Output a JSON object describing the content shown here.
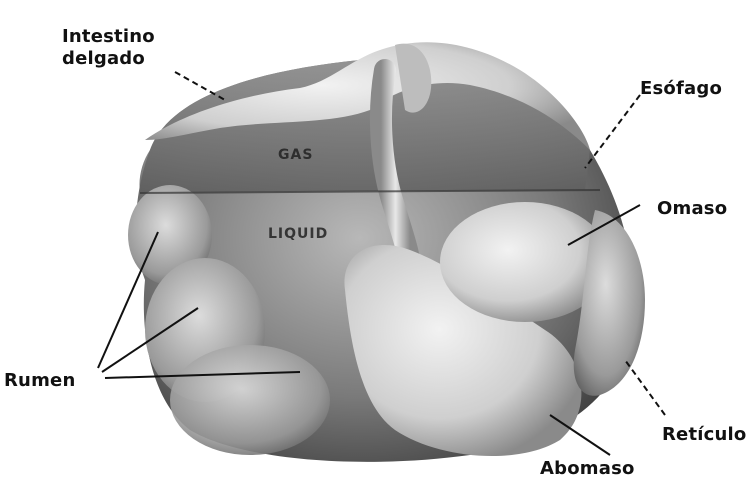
{
  "labels": {
    "intestino_line1": "Intestino",
    "intestino_line2": "delgado",
    "esofago": "Esófago",
    "omaso": "Omaso",
    "rumen": "Rumen",
    "reticulo": "Retículo",
    "abomaso": "Abomaso",
    "gas": "GAS",
    "liquido": "LIQUID"
  },
  "colors": {
    "background": "#ffffff",
    "organ_dark": "#4a4a4a",
    "organ_mid": "#8c8c8c",
    "organ_light": "#e6e6e6",
    "leader_line": "#111111"
  }
}
